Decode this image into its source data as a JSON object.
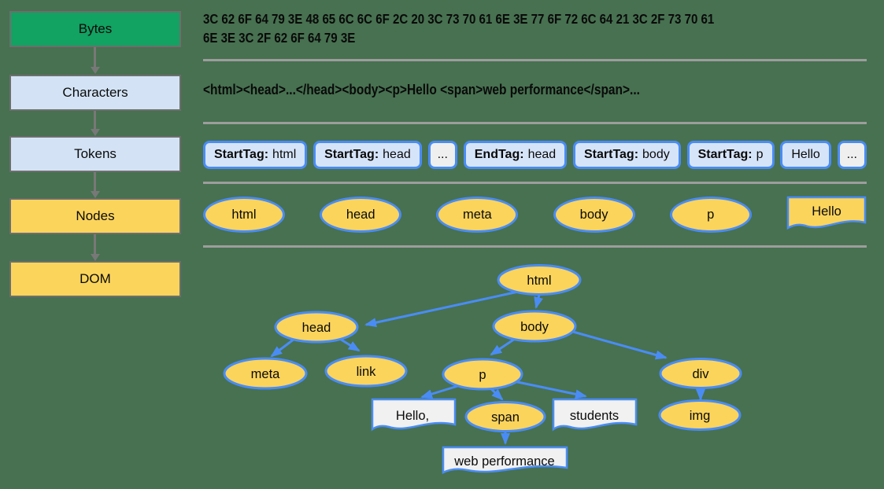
{
  "pipeline": {
    "steps": [
      {
        "label": "Bytes",
        "color": "#12a262"
      },
      {
        "label": "Characters",
        "color": "#d3e3f5"
      },
      {
        "label": "Tokens",
        "color": "#d3e3f5"
      },
      {
        "label": "Nodes",
        "color": "#fbd45c"
      },
      {
        "label": "DOM",
        "color": "#fbd45c"
      }
    ]
  },
  "bytes": {
    "line1": "3C 62 6F 64 79 3E 48 65 6C 6C 6F 2C 20 3C 73 70 61 6E 3E 77 6F 72 6C 64 21 3C 2F 73 70 61",
    "line2": "6E 3E 3C 2F 62 6F 64 79 3E"
  },
  "characters": {
    "text": "<html><head>...</head><body><p>Hello <span>web performance</span>..."
  },
  "tokens": {
    "items": [
      {
        "label": "StartTag:",
        "value": "html"
      },
      {
        "label": "StartTag:",
        "value": "head"
      },
      {
        "label": "",
        "value": "..."
      },
      {
        "label": "EndTag:",
        "value": "head"
      },
      {
        "label": "StartTag:",
        "value": "body"
      },
      {
        "label": "StartTag:",
        "value": "p"
      },
      {
        "label": "",
        "value": "Hello"
      },
      {
        "label": "",
        "value": "..."
      }
    ]
  },
  "nodes_row": {
    "ellipses": [
      "html",
      "head",
      "meta",
      "body",
      "p"
    ],
    "text_note": "Hello"
  },
  "dom_tree": {
    "labels": {
      "html": "html",
      "head": "head",
      "body": "body",
      "meta": "meta",
      "link": "link",
      "p": "p",
      "div": "div",
      "span": "span",
      "img": "img",
      "hello": "Hello,",
      "students": "students",
      "webperf": "web performance"
    },
    "edges": [
      [
        "html",
        "head"
      ],
      [
        "html",
        "body"
      ],
      [
        "head",
        "meta"
      ],
      [
        "head",
        "link"
      ],
      [
        "body",
        "p"
      ],
      [
        "body",
        "div"
      ],
      [
        "p",
        "Hello,"
      ],
      [
        "p",
        "span"
      ],
      [
        "p",
        "students"
      ],
      [
        "span",
        "web performance"
      ],
      [
        "div",
        "img"
      ]
    ]
  },
  "colors": {
    "background": "#477150",
    "accent_blue": "#4a8cf5",
    "node_yellow": "#fbd45c",
    "token_blue": "#d6e4f9",
    "stage_green": "#12a262",
    "stage_blue": "#d3e3f5",
    "divider_gray": "#9d9d9d",
    "note_gray": "#f1f1f1"
  }
}
